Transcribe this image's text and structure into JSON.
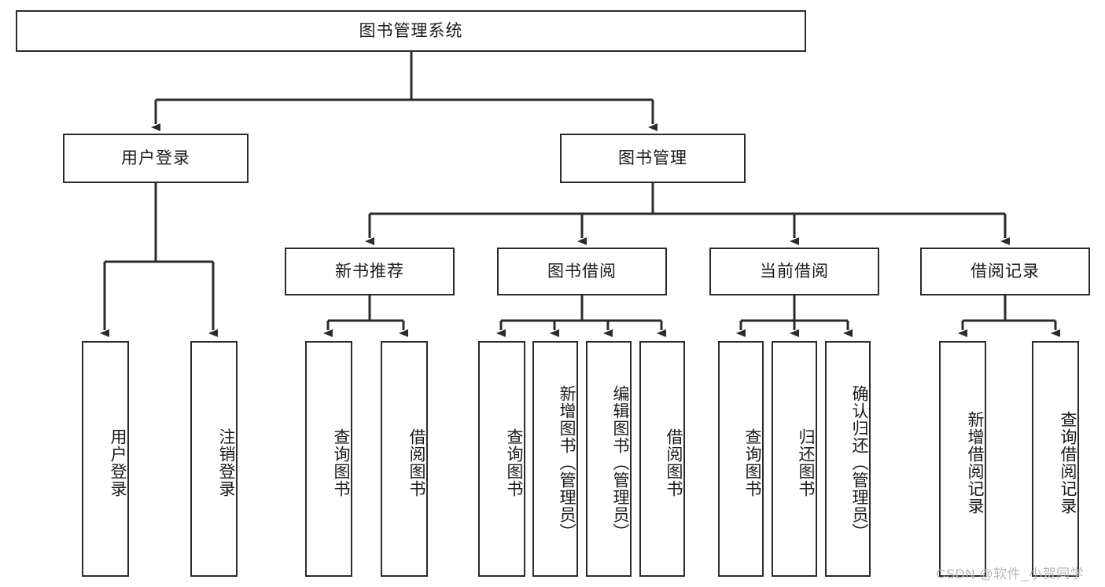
{
  "diagram": {
    "title": "图书管理系统",
    "type": "functional-structure-tree",
    "root": "图书管理系统",
    "level2": [
      "用户登录",
      "图书管理"
    ],
    "level3": [
      "新书推荐",
      "图书借阅",
      "当前借阅",
      "借阅记录"
    ],
    "leaves": {
      "user_login": [
        "用户登录",
        "注销登录"
      ],
      "new_book_recommend": [
        "查询图书",
        "借阅图书"
      ],
      "book_borrow": [
        "查询图书",
        "新增图书（管理员）",
        "编辑图书（管理员）",
        "借阅图书"
      ],
      "current_borrow": [
        "查询图书",
        "归还图书",
        "确认归还（管理员）"
      ],
      "borrow_record": [
        "新增借阅记录",
        "查询借阅记录"
      ]
    }
  },
  "nodes": {
    "root": {
      "label": "图书管理系统"
    },
    "user_login": {
      "label": "用户登录"
    },
    "book_manage": {
      "label": "图书管理"
    },
    "new_book": {
      "label": "新书推荐"
    },
    "book_borrow": {
      "label": "图书借阅"
    },
    "current_borrow": {
      "label": "当前借阅"
    },
    "borrow_record": {
      "label": "借阅记录"
    },
    "leaf_01": {
      "label": "用户登录"
    },
    "leaf_02": {
      "label": "注销登录"
    },
    "leaf_03": {
      "label": "查询图书"
    },
    "leaf_04": {
      "label": "借阅图书"
    },
    "leaf_05": {
      "label": "查询图书"
    },
    "leaf_06": {
      "label": "新增图书（管理员）"
    },
    "leaf_07": {
      "label": "编辑图书（管理员）"
    },
    "leaf_08": {
      "label": "借阅图书"
    },
    "leaf_09": {
      "label": "查询图书"
    },
    "leaf_10": {
      "label": "归还图书"
    },
    "leaf_11": {
      "label": "确认归还（管理员）"
    },
    "leaf_12": {
      "label": "新增借阅记录"
    },
    "leaf_13": {
      "label": "查询借阅记录"
    }
  },
  "watermark": {
    "text": "CSDN @软件_小贺同学"
  },
  "colors": {
    "stroke": "#2b2b2b",
    "background": "#ffffff",
    "text": "#1a1a1a",
    "watermark": "#b8b8b8"
  }
}
